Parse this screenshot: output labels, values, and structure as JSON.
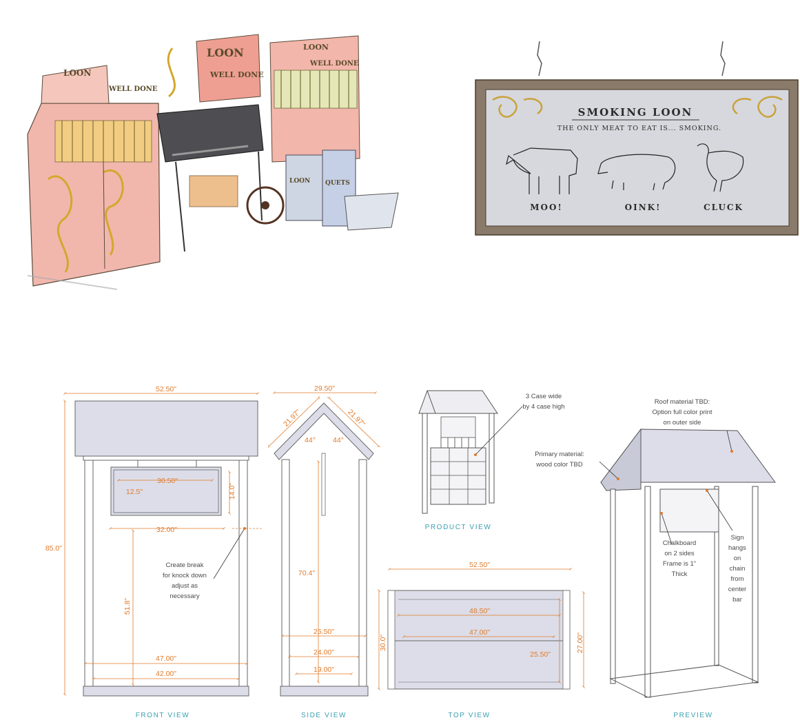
{
  "sketch": {
    "brand": "LOON",
    "tagline": "WELL DONE",
    "crate_labels": [
      "LOON",
      "QUETS"
    ]
  },
  "sign": {
    "title": "SMOKING LOON",
    "subtitle": "THE ONLY MEAT TO EAT IS... SMOKING.",
    "animals": [
      "MOO!",
      "OINK!",
      "CLUCK"
    ]
  },
  "front_view": {
    "caption": "FRONT VIEW",
    "dims": {
      "top_width": "52.50\"",
      "sign_width": "30.50\"",
      "sign_inner": "12.5\"",
      "sign_height": "14.0\"",
      "bar_width": "32.00\"",
      "total_height": "85.0\"",
      "lower_height": "51.8\"",
      "base_outer": "47.00\"",
      "base_inner": "42.00\""
    },
    "note": [
      "Create break",
      "for knock down",
      "adjust  as",
      "necessary"
    ]
  },
  "side_view": {
    "caption": "SIDE VIEW",
    "dims": {
      "top_width": "29.50\"",
      "roof_left": "21.97\"",
      "roof_right": "21.97\"",
      "angle_left": "44°",
      "angle_right": "44°",
      "height": "70.4\"",
      "w1": "25.50\"",
      "w2": "24.00\"",
      "w3": "19.00\""
    }
  },
  "top_view": {
    "caption": "TOP VIEW",
    "dims": {
      "overall": "52.50\"",
      "inner1": "48.50\"",
      "inner2": "47.00\"",
      "depth_left": "30.0\"",
      "depth_inner": "25.50\"",
      "depth_right": "27.00\""
    }
  },
  "product_view": {
    "caption": "PRODUCT VIEW",
    "note": [
      "3 Case wide",
      "by 4 case high"
    ]
  },
  "preview": {
    "caption": "PREVIEW",
    "roof_note": [
      "Roof material TBD:",
      "Option full color print",
      "on outer side"
    ],
    "material_note": [
      "Primary material:",
      "wood color TBD"
    ],
    "chalk_note": [
      "Chalkboard",
      "on 2 sides",
      "Frame is 1\"",
      "Thick"
    ],
    "sign_note": [
      "Sign",
      "hangs",
      "on",
      "chain",
      "from",
      "center",
      "bar"
    ]
  },
  "colors": {
    "dimension": "#e07a2a",
    "caption": "#3aa0b0",
    "panel": "#dcdde8",
    "sketch_red": "#e88a80"
  }
}
